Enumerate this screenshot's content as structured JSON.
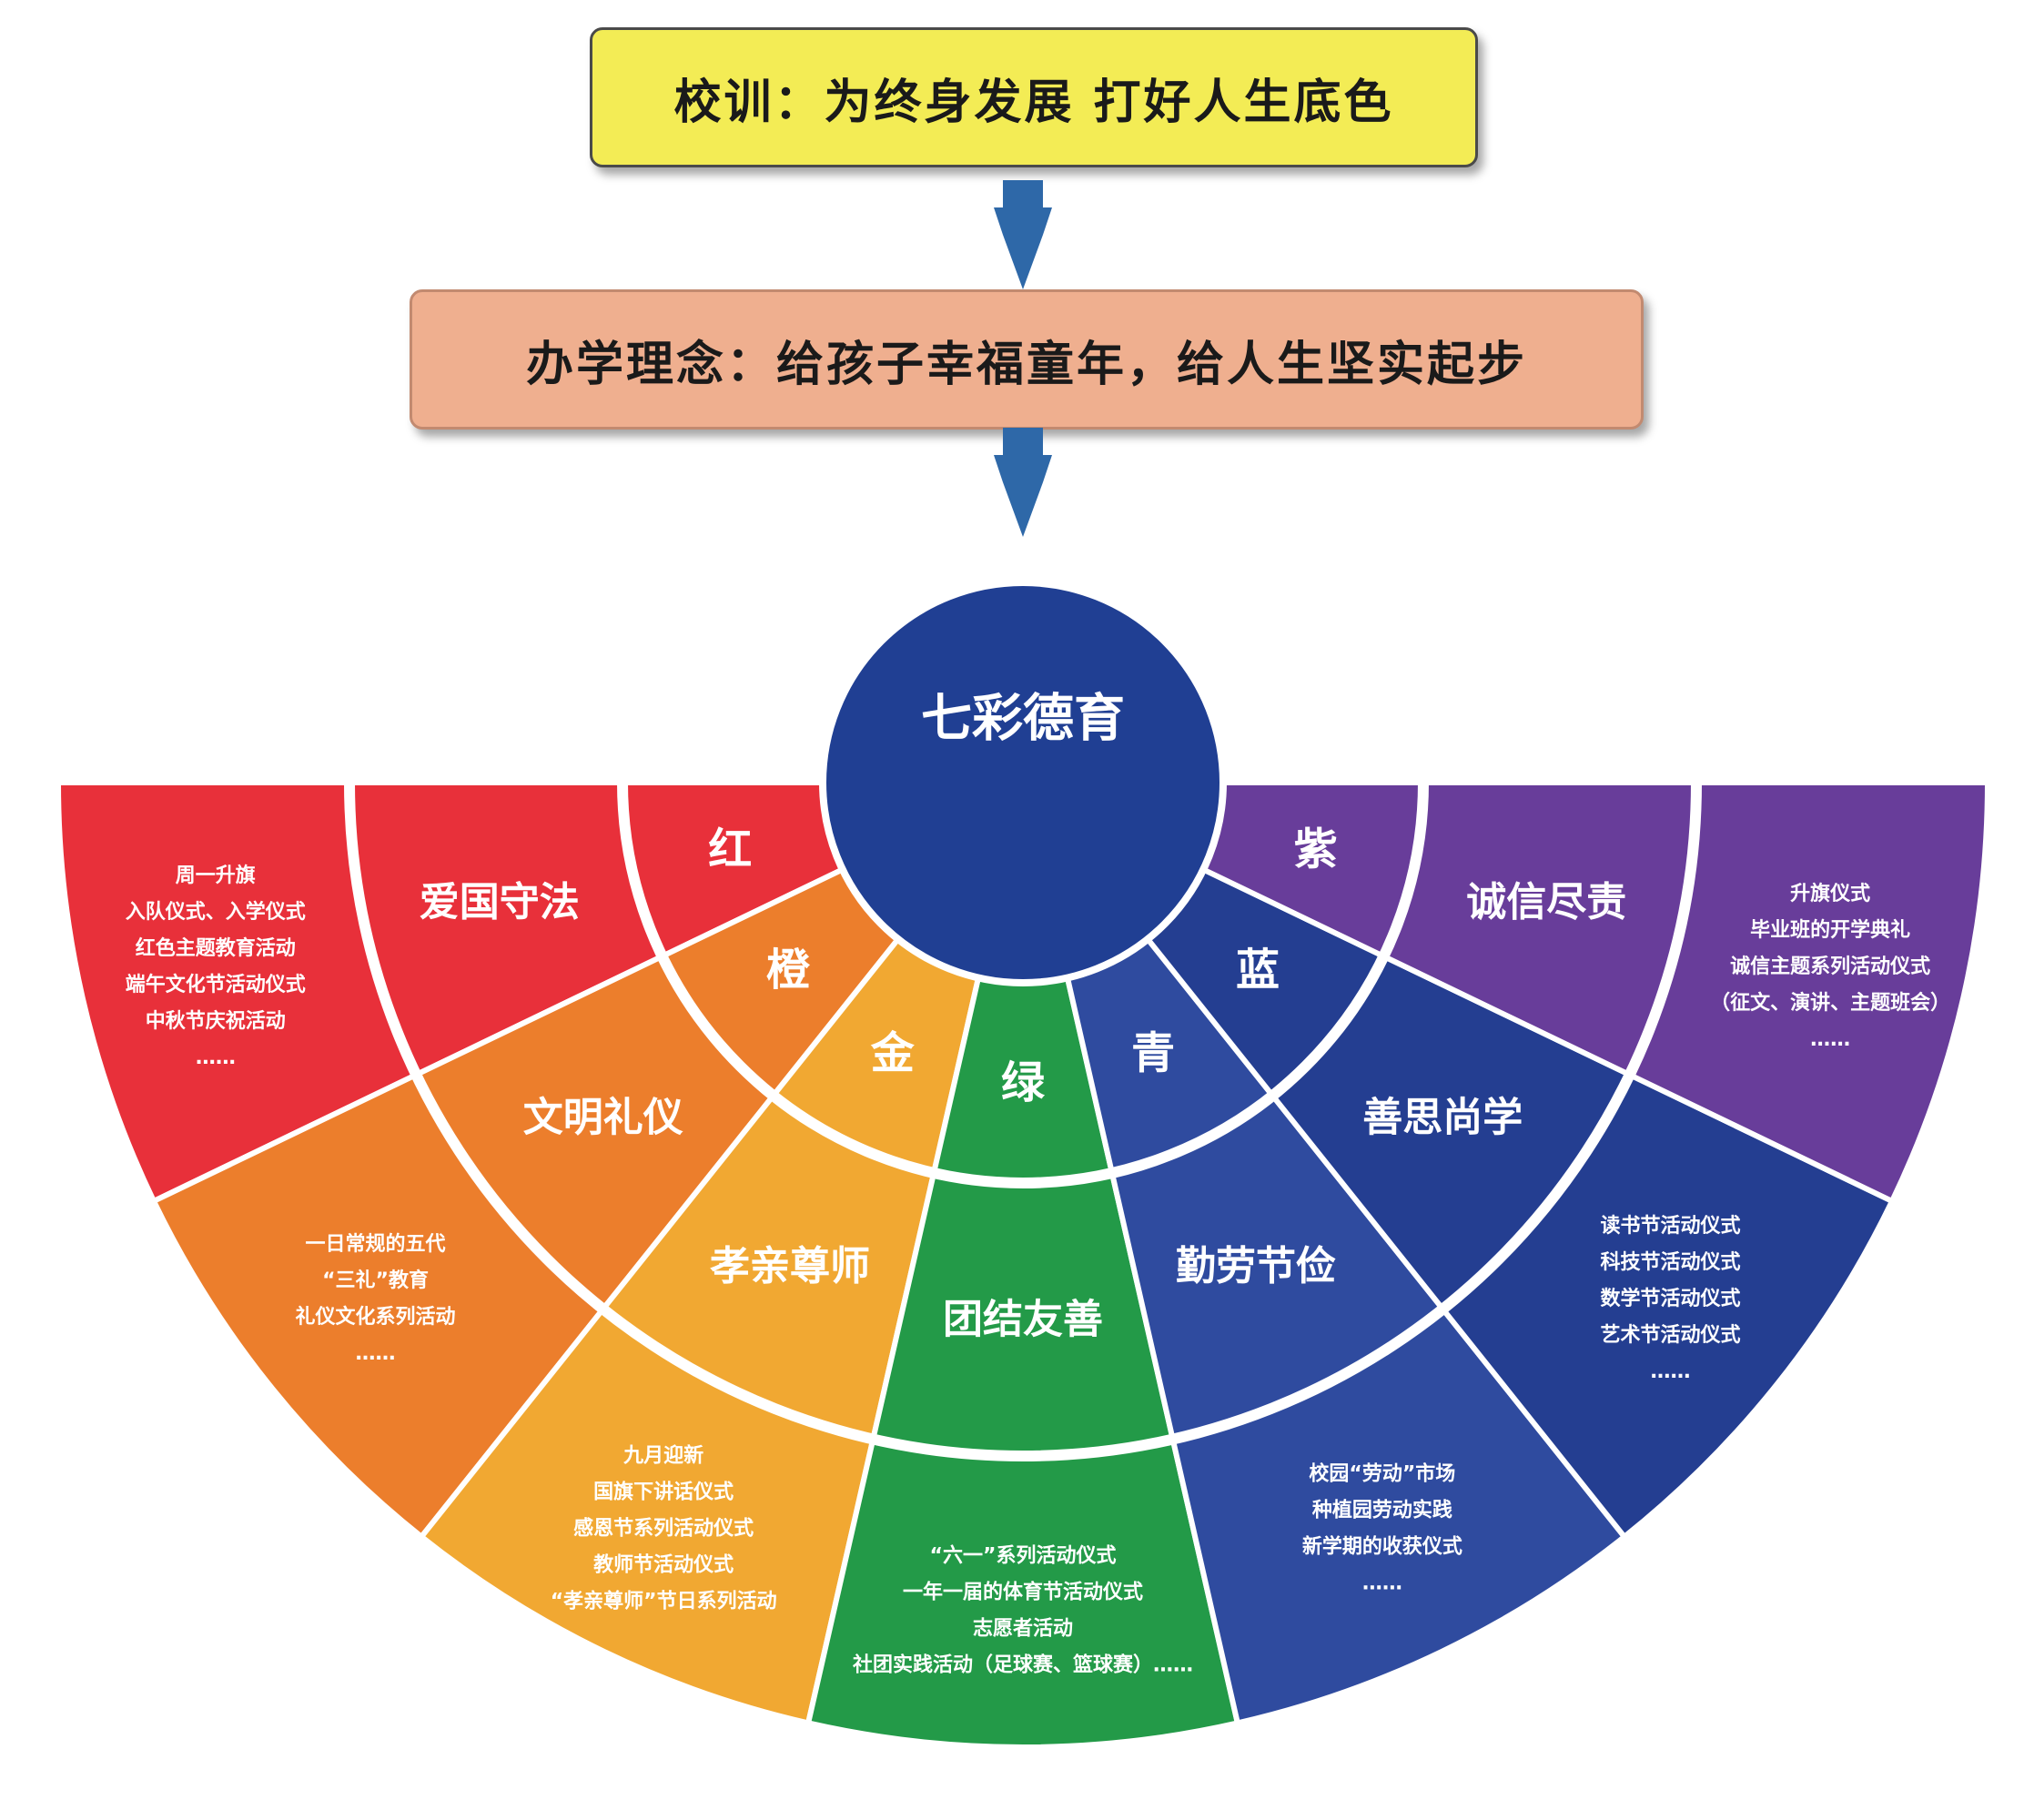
{
  "header": {
    "motto": "校训：为终身发展  打好人生底色",
    "philosophy": "办学理念：给孩子幸福童年，给人生坚实起步"
  },
  "center": {
    "label": "七彩德育",
    "color": "#203f93"
  },
  "colors": {
    "red": "#e8303a",
    "orange": "#ec7e2c",
    "gold": "#f1a832",
    "green": "#239a48",
    "cyan": "#2f4b9f",
    "blue": "#243e91",
    "purple": "#683d9a",
    "arrow": "#2e68a8",
    "motto_bg": "#f3ec55",
    "philosophy_bg": "#efaf8f"
  },
  "sectors": [
    {
      "id": "red",
      "color_label": "红",
      "virtue": "爱国守法",
      "activities": [
        "周一升旗",
        "入队仪式、入学仪式",
        "红色主题教育活动",
        "端午文化节活动仪式",
        "中秋节庆祝活动",
        "……"
      ]
    },
    {
      "id": "orange",
      "color_label": "橙",
      "virtue": "文明礼仪",
      "activities": [
        "一日常规的五代",
        "“三礼”教育",
        "礼仪文化系列活动",
        "……"
      ]
    },
    {
      "id": "gold",
      "color_label": "金",
      "virtue": "孝亲尊师",
      "activities": [
        "九月迎新",
        "国旗下讲话仪式",
        "感恩节系列活动仪式",
        "教师节活动仪式",
        "“孝亲尊师”节日系列活动"
      ]
    },
    {
      "id": "green",
      "color_label": "绿",
      "virtue": "团结友善",
      "activities": [
        "“六一”系列活动仪式",
        "一年一届的体育节活动仪式",
        "志愿者活动",
        "社团实践活动（足球赛、篮球赛）……"
      ]
    },
    {
      "id": "cyan",
      "color_label": "青",
      "virtue": "勤劳节俭",
      "activities": [
        "校园“劳动”市场",
        "种植园劳动实践",
        "新学期的收获仪式",
        "……"
      ]
    },
    {
      "id": "blue",
      "color_label": "蓝",
      "virtue": "善思尚学",
      "activities": [
        "读书节活动仪式",
        "科技节活动仪式",
        "数学节活动仪式",
        "艺术节活动仪式",
        "……"
      ]
    },
    {
      "id": "purple",
      "color_label": "紫",
      "virtue": "诚信尽责",
      "activities": [
        "升旗仪式",
        "毕业班的开学典礼",
        "诚信主题系列活动仪式",
        "（征文、演讲、主题班会）",
        "……"
      ]
    }
  ]
}
